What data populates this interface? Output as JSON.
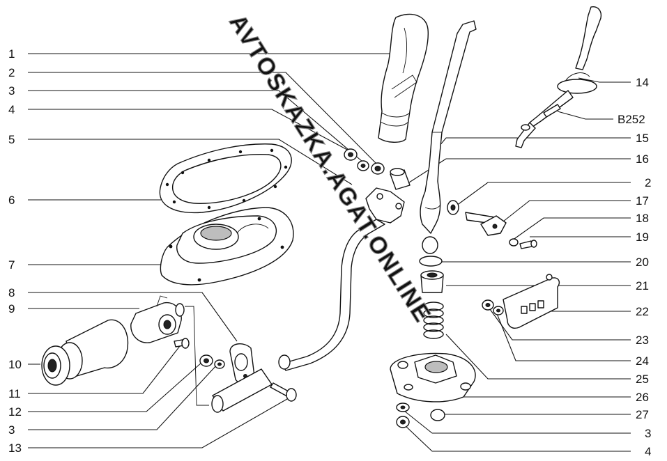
{
  "watermark": "AVTOSKAZKA.AGAT.ONLINE",
  "callouts_left": [
    {
      "id": "l1",
      "text": "1"
    },
    {
      "id": "l2",
      "text": "2"
    },
    {
      "id": "l3",
      "text": "3"
    },
    {
      "id": "l4",
      "text": "4"
    },
    {
      "id": "l5",
      "text": "5"
    },
    {
      "id": "l6",
      "text": "6"
    },
    {
      "id": "l7",
      "text": "7"
    },
    {
      "id": "l8",
      "text": "8"
    },
    {
      "id": "l9",
      "text": "9"
    },
    {
      "id": "l10",
      "text": "10"
    },
    {
      "id": "l11",
      "text": "11"
    },
    {
      "id": "l12",
      "text": "12"
    },
    {
      "id": "l3b",
      "text": "3"
    },
    {
      "id": "l13",
      "text": "13"
    }
  ],
  "callouts_right": [
    {
      "id": "r14",
      "text": "14"
    },
    {
      "id": "rb",
      "text": "B252"
    },
    {
      "id": "r15",
      "text": "15"
    },
    {
      "id": "r16",
      "text": "16"
    },
    {
      "id": "r2",
      "text": "2"
    },
    {
      "id": "r17",
      "text": "17"
    },
    {
      "id": "r18",
      "text": "18"
    },
    {
      "id": "r19",
      "text": "19"
    },
    {
      "id": "r20",
      "text": "20"
    },
    {
      "id": "r21",
      "text": "21"
    },
    {
      "id": "r22",
      "text": "22"
    },
    {
      "id": "r23",
      "text": "23"
    },
    {
      "id": "r24",
      "text": "24"
    },
    {
      "id": "r25",
      "text": "25"
    },
    {
      "id": "r26",
      "text": "26"
    },
    {
      "id": "r27",
      "text": "27"
    },
    {
      "id": "r3",
      "text": "3"
    },
    {
      "id": "r4",
      "text": "4"
    }
  ]
}
